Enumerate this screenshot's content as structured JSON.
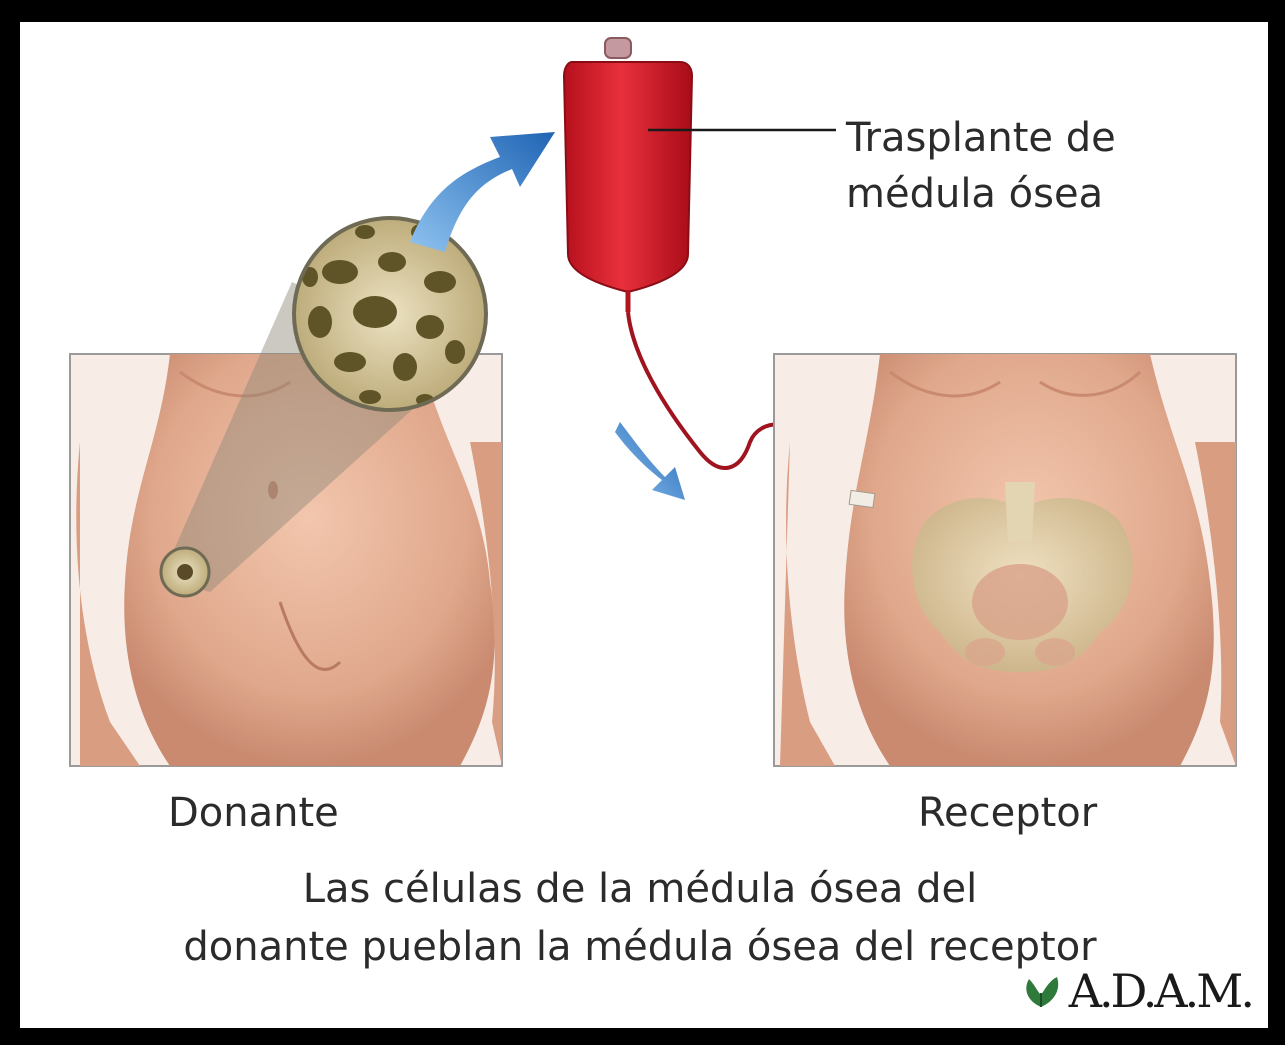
{
  "bag_label": [
    "Trasplante de",
    "médula ósea"
  ],
  "donor_label": "Donante",
  "recipient_label": "Receptor",
  "caption": [
    "Las células de la médula ósea del",
    "donante pueblan la médula ósea del receptor"
  ],
  "logo_text": "A.D.A.M.",
  "colors": {
    "skin": "#e8b49a",
    "bag": "#d8202c",
    "arrow": "#2e7bc6",
    "bone": "#d8c9a0",
    "panel_border": "#9a9a9a"
  }
}
